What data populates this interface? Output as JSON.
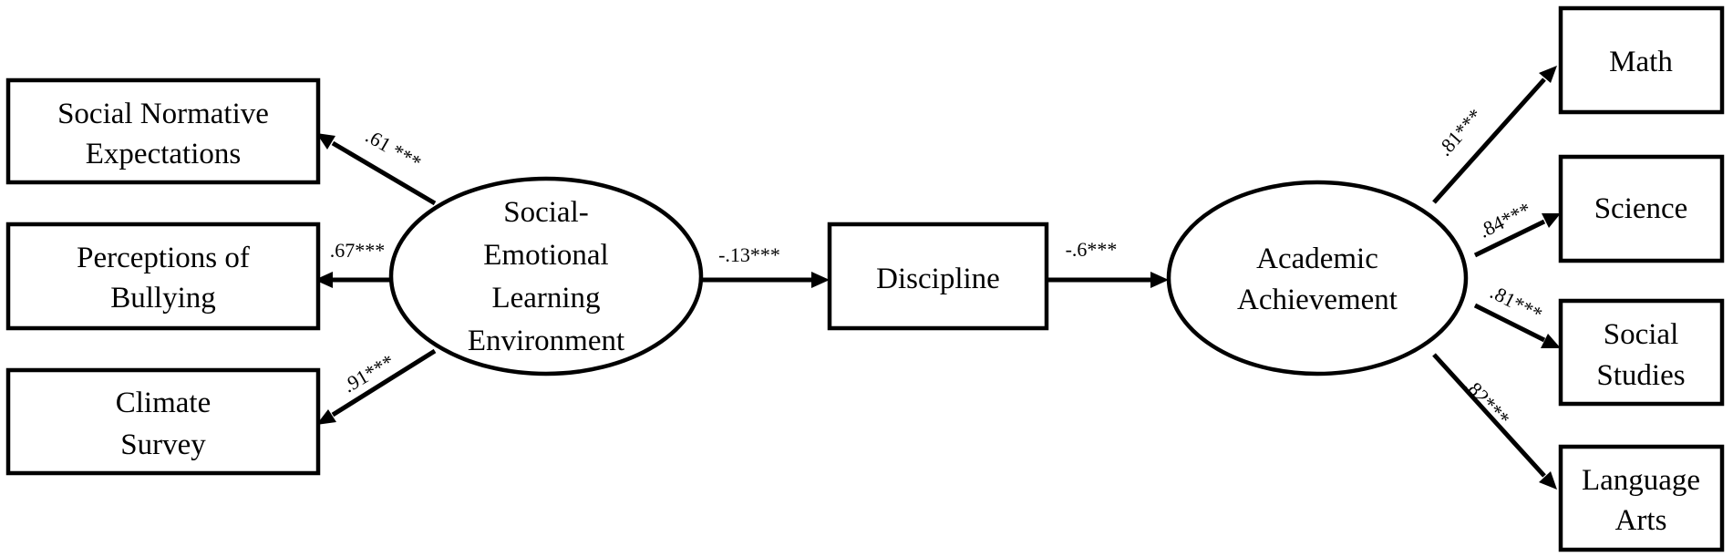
{
  "nodes": {
    "social_normative": {
      "lines": [
        "Social Normative",
        "Expectations"
      ]
    },
    "bullying": {
      "lines": [
        "Perceptions of",
        "Bullying"
      ]
    },
    "climate": {
      "lines": [
        "Climate",
        "Survey"
      ]
    },
    "sel": {
      "lines": [
        "Social-",
        "Emotional",
        "Learning",
        "Environment"
      ]
    },
    "discipline": {
      "lines": [
        "Discipline"
      ]
    },
    "academic": {
      "lines": [
        "Academic",
        "Achievement"
      ]
    },
    "math": {
      "lines": [
        "Math"
      ]
    },
    "science": {
      "lines": [
        "Science"
      ]
    },
    "social_studies": {
      "lines": [
        "Social",
        "Studies"
      ]
    },
    "language_arts": {
      "lines": [
        "Language",
        "Arts"
      ]
    }
  },
  "paths": {
    "sel_to_social_normative": ".61 ***",
    "sel_to_bullying": ".67***",
    "sel_to_climate": ".91***",
    "sel_to_discipline": "-.13***",
    "discipline_to_academic": "-.6***",
    "academic_to_math": ".81***",
    "academic_to_science": ".84***",
    "academic_to_social_studies": ".81***",
    "academic_to_language_arts": ".82***"
  }
}
